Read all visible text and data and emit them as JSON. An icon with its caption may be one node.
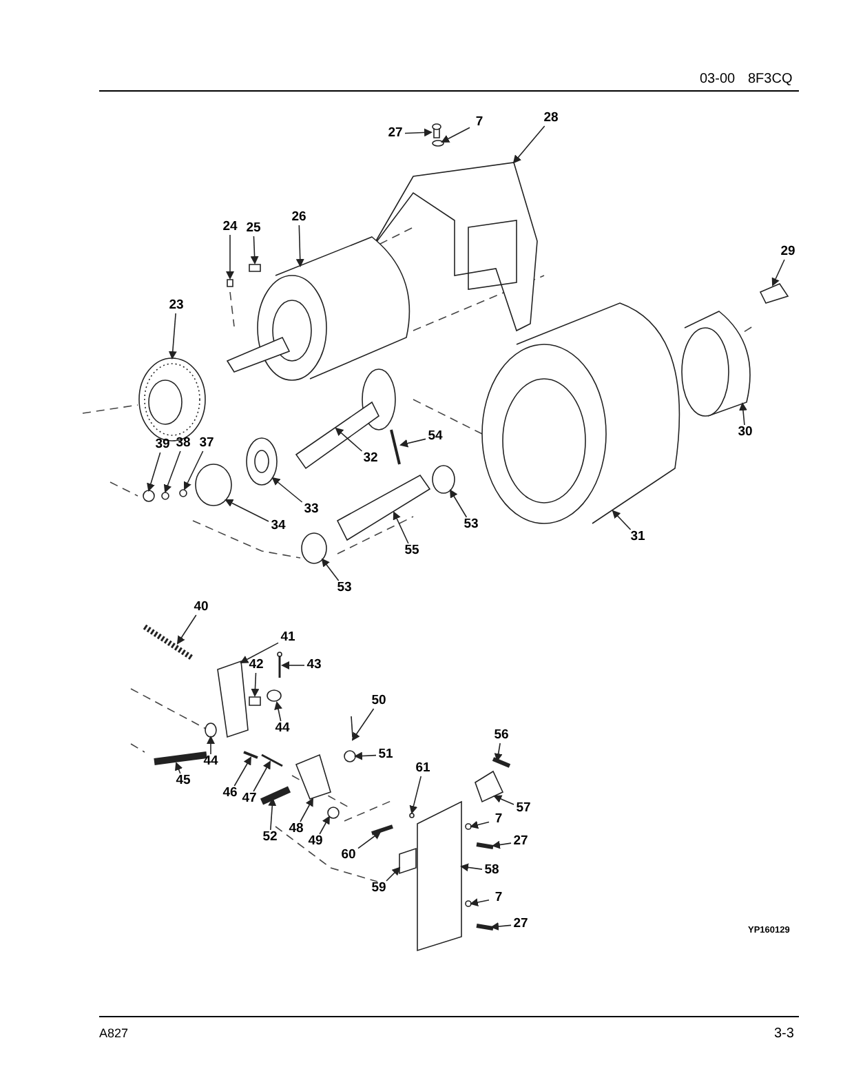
{
  "diagram": {
    "nodes": [
      {
        "text": [
          "27"
        ]
      },
      {
        "text": [
          "7"
        ]
      },
      {
        "text": [
          "28"
        ]
      },
      {
        "text": [
          "24"
        ]
      },
      {
        "text": [
          "25"
        ]
      },
      {
        "text": [
          "26"
        ]
      },
      {
        "text": [
          "23"
        ]
      },
      {
        "text": [
          "29"
        ]
      },
      {
        "text": [
          "30"
        ]
      },
      {
        "text": [
          "54"
        ]
      },
      {
        "text": [
          "32"
        ]
      },
      {
        "text": [
          "39"
        ]
      },
      {
        "text": [
          "38"
        ]
      },
      {
        "text": [
          "37"
        ]
      },
      {
        "text": [
          "33"
        ]
      },
      {
        "text": [
          "34"
        ]
      },
      {
        "text": [
          "53"
        ]
      },
      {
        "text": [
          "53"
        ]
      },
      {
        "text": [
          "55"
        ]
      },
      {
        "text": [
          "31"
        ]
      },
      {
        "text": [
          "40"
        ]
      },
      {
        "text": [
          "41"
        ]
      },
      {
        "text": [
          "42"
        ]
      },
      {
        "text": [
          "43"
        ]
      },
      {
        "text": [
          "44"
        ]
      },
      {
        "text": [
          "44"
        ]
      },
      {
        "text": [
          "45"
        ]
      },
      {
        "text": [
          "50"
        ]
      },
      {
        "text": [
          "51"
        ]
      },
      {
        "text": [
          "46"
        ]
      },
      {
        "text": [
          "47"
        ]
      },
      {
        "text": [
          "48"
        ]
      },
      {
        "text": [
          "49"
        ]
      },
      {
        "text": [
          "52"
        ]
      },
      {
        "text": [
          "56"
        ]
      },
      {
        "text": [
          "61"
        ]
      },
      {
        "text": [
          "57"
        ]
      },
      {
        "text": [
          "7"
        ]
      },
      {
        "text": [
          "27"
        ]
      },
      {
        "text": [
          "60"
        ]
      },
      {
        "text": [
          "58"
        ]
      },
      {
        "text": [
          "59"
        ]
      },
      {
        "text": [
          "7"
        ]
      },
      {
        "text": [
          "27"
        ]
      },
      {
        "text": [],
        "shape": "picture"
      },
      {
        "text": [],
        "shape": "circle"
      },
      {
        "text": [],
        "shape": "picture"
      },
      {
        "text": [],
        "shape": "box"
      },
      {
        "text": [],
        "shape": "box"
      },
      {
        "text": [],
        "shape": "picture"
      },
      {
        "text": [],
        "shape": "picture"
      },
      {
        "text": [],
        "shape": "box"
      },
      {
        "text": [],
        "shape": "picture"
      },
      {
        "text": [],
        "shape": "picture"
      },
      {
        "text": [],
        "shape": "picture"
      },
      {
        "text": [],
        "shape": "circle"
      },
      {
        "text": [],
        "shape": "circle"
      },
      {
        "text": [],
        "shape": "circle"
      },
      {
        "text": [],
        "shape": "picture"
      },
      {
        "text": [],
        "shape": "circle"
      },
      {
        "text": [],
        "shape": "circle"
      },
      {
        "text": [],
        "shape": "circle"
      },
      {
        "text": [],
        "shape": "box"
      },
      {
        "text": [],
        "shape": "picture"
      },
      {
        "text": [],
        "shape": "picture"
      },
      {
        "text": [],
        "shape": "box"
      },
      {
        "text": [],
        "shape": "box"
      },
      {
        "text": [],
        "shape": "picture"
      },
      {
        "text": [],
        "shape": "circle"
      },
      {
        "text": [],
        "shape": "circle"
      },
      {
        "text": [],
        "shape": "picture"
      },
      {
        "text": [],
        "shape": "picture"
      },
      {
        "text": [],
        "shape": "circle"
      },
      {
        "text": [],
        "shape": "picture"
      },
      {
        "text": [],
        "shape": "picture"
      },
      {
        "text": [],
        "shape": "box"
      },
      {
        "text": [],
        "shape": "circle"
      },
      {
        "text": [],
        "shape": "picture"
      },
      {
        "text": [],
        "shape": "picture"
      },
      {
        "text": [],
        "shape": "circle"
      },
      {
        "text": [],
        "shape": "box"
      },
      {
        "text": [],
        "shape": "circle"
      },
      {
        "text": [],
        "shape": "picture"
      },
      {
        "text": [],
        "shape": "picture"
      },
      {
        "text": [],
        "shape": "box"
      },
      {
        "text": [],
        "shape": "box"
      },
      {
        "text": [],
        "shape": "circle"
      },
      {
        "text": [],
        "shape": "picture"
      }
    ],
    "edges": [
      {
        "from": 0,
        "to": 44,
        "arrow": "to"
      },
      {
        "from": 1,
        "to": 45,
        "arrow": "to"
      },
      {
        "from": 2,
        "to": 46,
        "arrow": "to"
      },
      {
        "from": 3,
        "to": 47,
        "arrow": "to"
      },
      {
        "from": 4,
        "to": 48,
        "arrow": "to"
      },
      {
        "from": 5,
        "to": 49,
        "arrow": "to"
      },
      {
        "from": 6,
        "to": 50,
        "arrow": "to"
      },
      {
        "from": 7,
        "to": 51,
        "arrow": "to"
      },
      {
        "from": 8,
        "to": 52,
        "arrow": "to"
      },
      {
        "from": 9,
        "to": 53,
        "arrow": "to"
      },
      {
        "from": 10,
        "to": 54,
        "arrow": "to"
      },
      {
        "from": 11,
        "to": 55,
        "arrow": "to"
      },
      {
        "from": 12,
        "to": 56,
        "arrow": "to"
      },
      {
        "from": 13,
        "to": 57,
        "arrow": "to"
      },
      {
        "from": 14,
        "to": 58,
        "arrow": "to"
      },
      {
        "from": 15,
        "to": 59,
        "arrow": "to"
      },
      {
        "from": 16,
        "to": 60,
        "arrow": "to"
      },
      {
        "from": 17,
        "to": 61,
        "arrow": "to"
      },
      {
        "from": 18,
        "to": 62,
        "arrow": "to"
      },
      {
        "from": 19,
        "to": 63,
        "arrow": "to"
      },
      {
        "from": 20,
        "to": 64,
        "arrow": "to"
      },
      {
        "from": 21,
        "to": 65,
        "arrow": "to"
      },
      {
        "from": 22,
        "to": 66,
        "arrow": "to"
      },
      {
        "from": 23,
        "to": 67,
        "arrow": "to"
      },
      {
        "from": 24,
        "to": 68,
        "arrow": "to"
      },
      {
        "from": 25,
        "to": 69,
        "arrow": "to"
      },
      {
        "from": 26,
        "to": 70,
        "arrow": "to"
      },
      {
        "from": 27,
        "to": 71,
        "arrow": "to"
      },
      {
        "from": 28,
        "to": 72,
        "arrow": "to"
      },
      {
        "from": 29,
        "to": 73,
        "arrow": "to"
      },
      {
        "from": 30,
        "to": 74,
        "arrow": "to"
      },
      {
        "from": 31,
        "to": 75,
        "arrow": "to"
      },
      {
        "from": 32,
        "to": 76,
        "arrow": "to"
      },
      {
        "from": 33,
        "to": 77,
        "arrow": "to"
      },
      {
        "from": 34,
        "to": 78,
        "arrow": "to"
      },
      {
        "from": 35,
        "to": 79,
        "arrow": "to"
      },
      {
        "from": 36,
        "to": 80,
        "arrow": "to"
      },
      {
        "from": 37,
        "to": 81,
        "arrow": "to"
      },
      {
        "from": 38,
        "to": 82,
        "arrow": "to"
      },
      {
        "from": 39,
        "to": 83,
        "arrow": "to"
      },
      {
        "from": 40,
        "to": 84,
        "arrow": "to"
      },
      {
        "from": 41,
        "to": 85,
        "arrow": "to"
      },
      {
        "from": 42,
        "to": 86,
        "arrow": "to"
      },
      {
        "from": 43,
        "to": 87,
        "arrow": "to"
      }
    ],
    "labels": [
      "03-00",
      "8F3CQ",
      "YP160129",
      "A827",
      "3-3"
    ]
  }
}
